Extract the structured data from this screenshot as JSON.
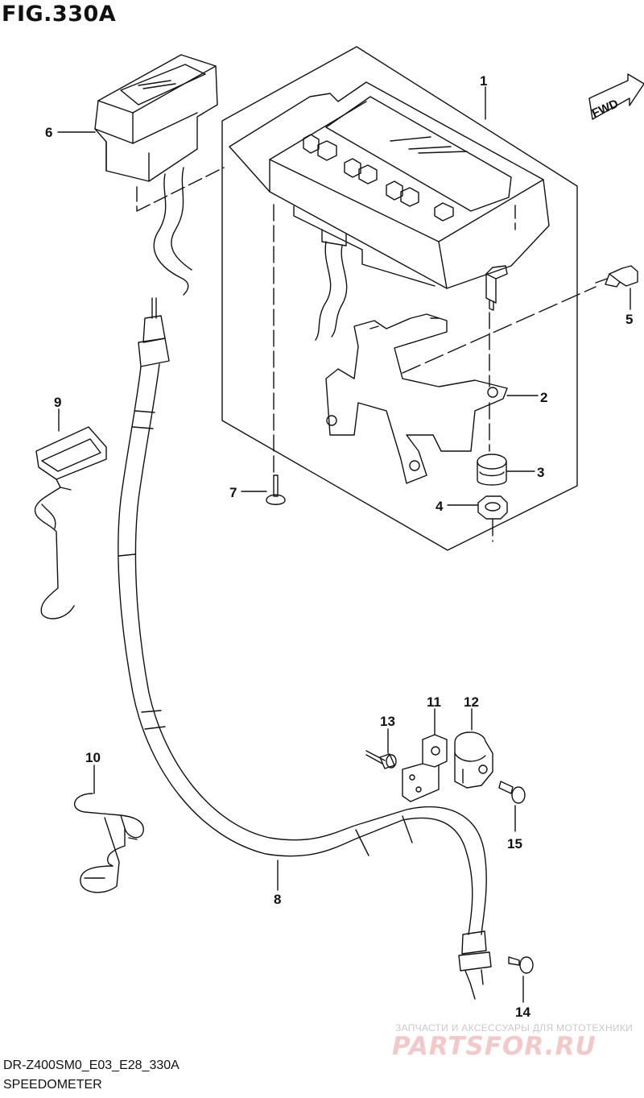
{
  "figure": {
    "title": "FIG.330A",
    "code": "DR-Z400SM0_E03_E28_330A",
    "name": "SPEEDOMETER",
    "fwd_label": "FWD"
  },
  "callouts": [
    {
      "id": "1",
      "text": "1"
    },
    {
      "id": "2",
      "text": "2"
    },
    {
      "id": "3",
      "text": "3"
    },
    {
      "id": "4",
      "text": "4"
    },
    {
      "id": "5",
      "text": "5"
    },
    {
      "id": "6",
      "text": "6"
    },
    {
      "id": "7",
      "text": "7"
    },
    {
      "id": "8",
      "text": "8"
    },
    {
      "id": "9",
      "text": "9"
    },
    {
      "id": "10",
      "text": "10"
    },
    {
      "id": "11",
      "text": "11"
    },
    {
      "id": "12",
      "text": "12"
    },
    {
      "id": "13",
      "text": "13"
    },
    {
      "id": "14",
      "text": "14"
    },
    {
      "id": "15",
      "text": "15"
    }
  ],
  "watermark": {
    "tagline": "ЗАПЧАСТИ И АКСЕССУАРЫ ДЛЯ МОТОТЕХНИКИ",
    "logo": "PARTSFOR.RU"
  }
}
